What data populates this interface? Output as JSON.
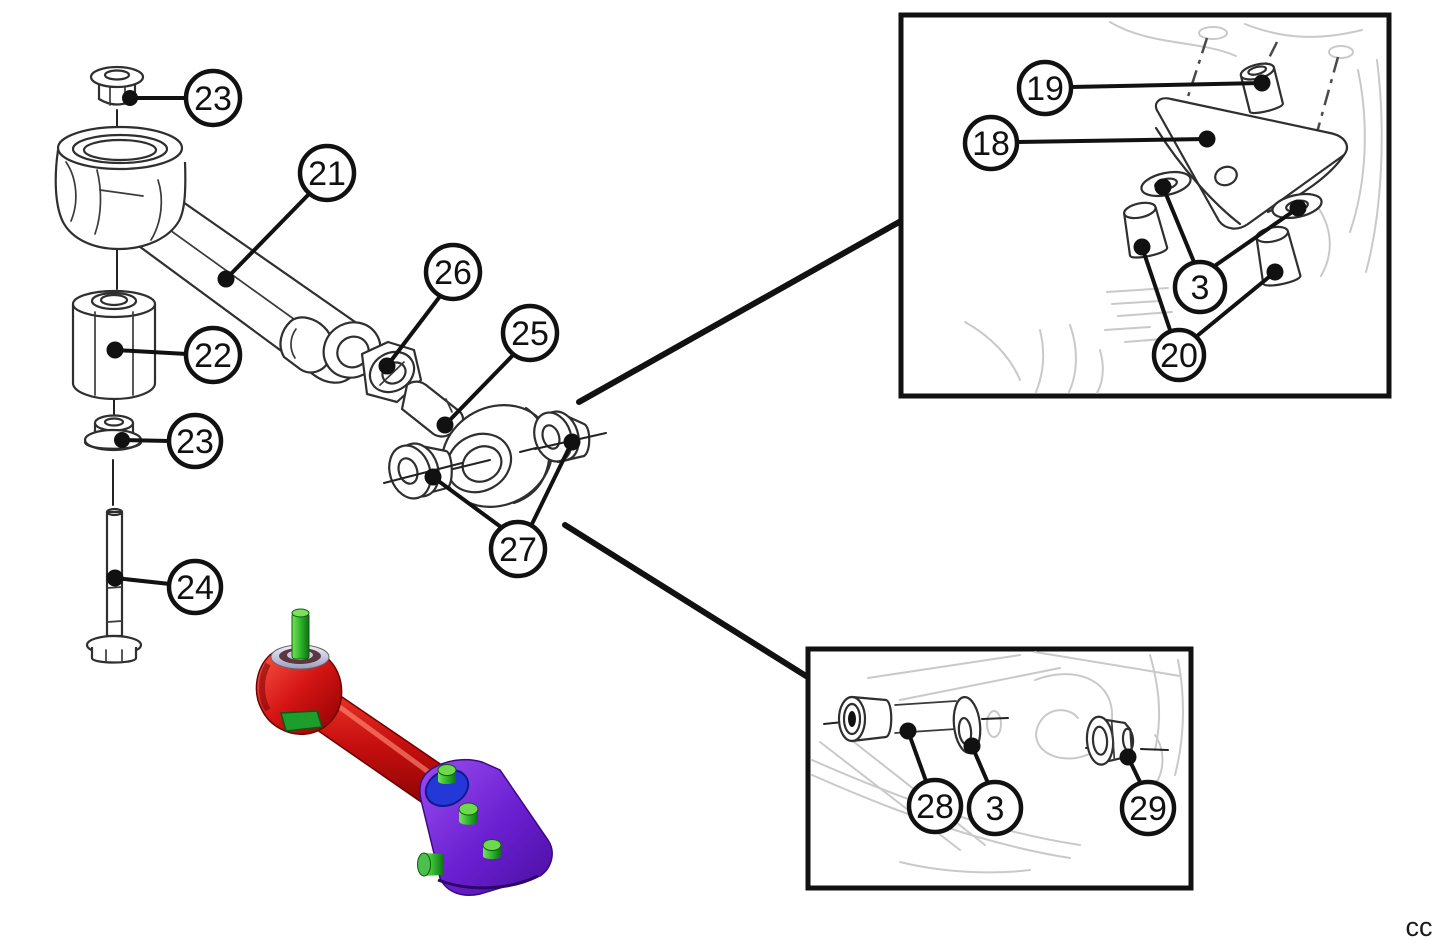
{
  "figure": {
    "watermark": "cc"
  },
  "callouts": {
    "c23_top": "23",
    "c21": "21",
    "c22": "22",
    "c23_mid": "23",
    "c24": "24",
    "c26": "26",
    "c25": "25",
    "c27": "27",
    "c19": "19",
    "c18": "18",
    "c3_top": "3",
    "c20": "20",
    "c28": "28",
    "c3_bot": "3",
    "c29": "29"
  },
  "colors": {
    "line": "#2f2f2f",
    "callout_stroke": "#111111",
    "faint_gray": "#c9c9c9",
    "arm_red": "#cc1212",
    "bracket_purple": "#6a1fd0",
    "stud_green": "#2eb52e",
    "ring_blue": "#2438d8",
    "washer_silver": "#c9c9e0"
  }
}
